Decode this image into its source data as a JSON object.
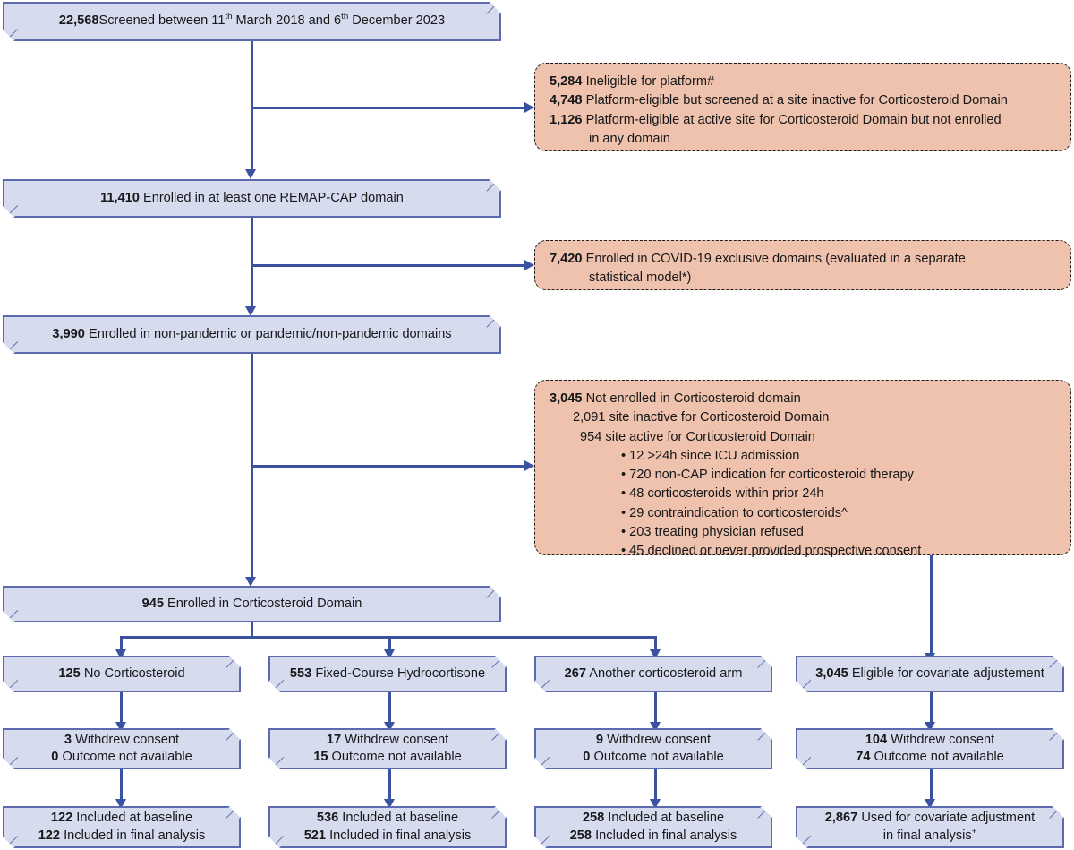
{
  "diagram": {
    "title": "REMAP-CAP Corticosteroid Domain participant flow",
    "colors": {
      "primary_box_fill": "#d6dbee",
      "primary_box_border": "#5d6ab0",
      "exclusion_box_fill": "#eec2ad",
      "exclusion_box_border": "#1b1b1b",
      "connector": "#3a52a0",
      "text": "#18181a",
      "background": "#ffffff"
    }
  },
  "flow": {
    "screened": {
      "count": "22,568",
      "label": "Screened between 11",
      "sup1": "th",
      "label2": " March 2018 and 6",
      "sup2": "th",
      "label3": " December 2023"
    },
    "enrolled_platform": {
      "count": "11,410",
      "label": "Enrolled in at least one REMAP-CAP domain"
    },
    "enrolled_nonpandemic": {
      "count": "3,990",
      "label": "Enrolled in non-pandemic or pandemic/non-pandemic domains"
    },
    "enrolled_corticosteroid": {
      "count": "945",
      "label": "Enrolled in Corticosteroid Domain"
    }
  },
  "exclusions": {
    "block1": {
      "lines": [
        {
          "count": "5,284",
          "text": "Ineligible for platform#"
        },
        {
          "count": "4,748",
          "text": "Platform-eligible but screened at a site inactive for Corticosteroid Domain"
        },
        {
          "count": "1,126",
          "text": "Platform-eligible at active site for Corticosteroid Domain but not enrolled"
        },
        {
          "count": "",
          "text": "in any domain",
          "hang": true
        }
      ]
    },
    "block2": {
      "lines": [
        {
          "count": "7,420",
          "text": "Enrolled in COVID-19 exclusive domains (evaluated in a separate"
        },
        {
          "count": "",
          "text": "statistical model*)",
          "hang": true
        }
      ]
    },
    "block3": {
      "head": {
        "count": "3,045",
        "text": "Not enrolled in Corticosteroid domain"
      },
      "sub": [
        {
          "count": "2,091",
          "text": "site inactive for Corticosteroid Domain"
        },
        {
          "count": "954",
          "text": "site active for Corticosteroid Domain"
        }
      ],
      "bullets": [
        "• 12 >24h since ICU admission",
        "• 720 non-CAP indication for corticosteroid therapy",
        "• 48 corticosteroids within prior 24h",
        "• 29 contraindication to corticosteroids^",
        "• 203 treating physician refused",
        "• 45 declined or never provided prospective consent"
      ]
    }
  },
  "arms": [
    {
      "name": "no-corticosteroid",
      "allocation": {
        "count": "125",
        "label": "No Corticosteroid"
      },
      "losses": {
        "withdrew_count": "3",
        "withdrew_label": "Withdrew consent",
        "outcome_count": "0",
        "outcome_label": "Outcome not available"
      },
      "analysis": {
        "baseline_count": "122",
        "baseline_label": "Included at baseline",
        "final_count": "122",
        "final_label": "Included in final analysis",
        "final_sup": ""
      }
    },
    {
      "name": "fixed-course-hydrocortisone",
      "allocation": {
        "count": "553",
        "label": "Fixed-Course Hydrocortisone"
      },
      "losses": {
        "withdrew_count": "17",
        "withdrew_label": "Withdrew consent",
        "outcome_count": "15",
        "outcome_label": "Outcome not available"
      },
      "analysis": {
        "baseline_count": "536",
        "baseline_label": "Included at baseline",
        "final_count": "521",
        "final_label": "Included in final analysis",
        "final_sup": ""
      }
    },
    {
      "name": "another-corticosteroid-arm",
      "allocation": {
        "count": "267",
        "label": "Another corticosteroid arm"
      },
      "losses": {
        "withdrew_count": "9",
        "withdrew_label": "Withdrew consent",
        "outcome_count": "0",
        "outcome_label": "Outcome not available"
      },
      "analysis": {
        "baseline_count": "258",
        "baseline_label": "Included at baseline",
        "final_count": "258",
        "final_label": "Included in final analysis",
        "final_sup": ""
      }
    },
    {
      "name": "covariate-adjustment",
      "allocation": {
        "count": "3,045",
        "label": "Eligible for covariate adjustement"
      },
      "losses": {
        "withdrew_count": "104",
        "withdrew_label": "Withdrew consent",
        "outcome_count": "74",
        "outcome_label": "Outcome not available"
      },
      "analysis": {
        "baseline_count": "2,867",
        "baseline_label": "Used for covariate adjustment",
        "final_count": "",
        "final_label": "in final analysis",
        "final_sup": "+"
      }
    }
  ]
}
